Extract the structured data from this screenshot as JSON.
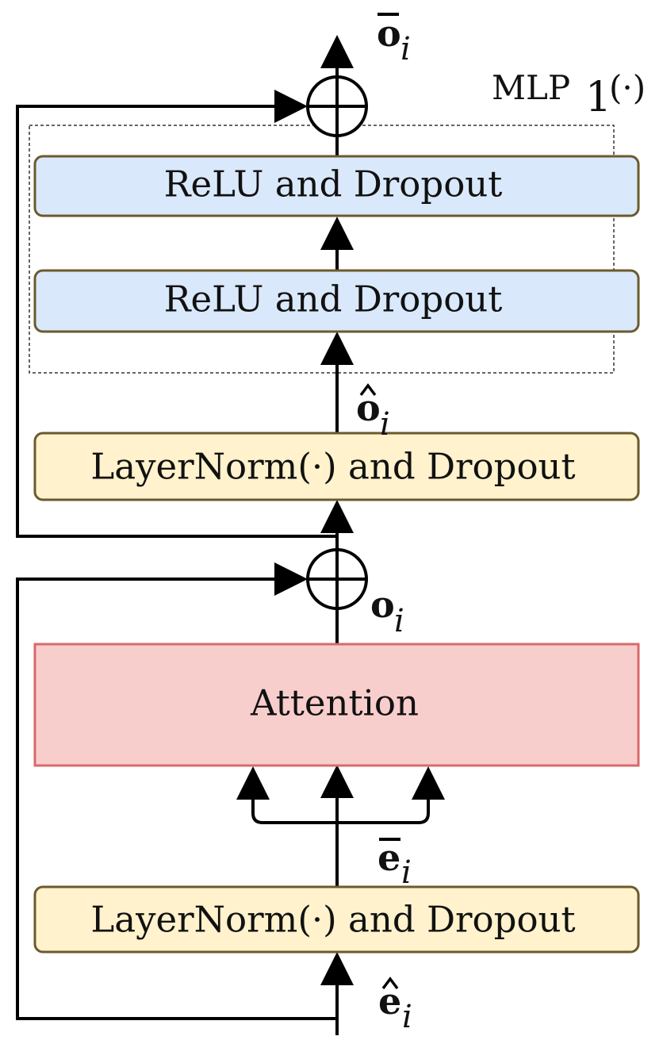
{
  "boxes": {
    "relu_top": {
      "label": "ReLU and Dropout",
      "fill": "#dae8fc",
      "stroke": "#6b5a2e"
    },
    "relu_bottom": {
      "label": "ReLU and Dropout",
      "fill": "#dae8fc",
      "stroke": "#6b5a2e"
    },
    "layernorm_top": {
      "label": "LayerNorm(·) and Dropout",
      "fill": "#fff2cc",
      "stroke": "#6b5a2e"
    },
    "attention": {
      "label": "Attention",
      "fill": "#f8cecc",
      "stroke": "#d9696b"
    },
    "layernorm_bottom": {
      "label": "LayerNorm(·) and Dropout",
      "fill": "#fff2cc",
      "stroke": "#6b5a2e"
    }
  },
  "group": {
    "name": "MLP",
    "subscript": "1",
    "argument": "(·)"
  },
  "labels": {
    "o_bar": {
      "symbol": "o",
      "accent": "bar",
      "index": "i"
    },
    "o_hat": {
      "symbol": "o",
      "accent": "hat",
      "index": "i"
    },
    "o": {
      "symbol": "o",
      "index": "i"
    },
    "e_bar": {
      "symbol": "e",
      "accent": "bar",
      "index": "i"
    },
    "e_hat": {
      "symbol": "e",
      "accent": "hat",
      "index": "i"
    }
  },
  "icons": {
    "sum_top": "circle-plus-icon",
    "sum_bottom": "circle-plus-icon"
  }
}
